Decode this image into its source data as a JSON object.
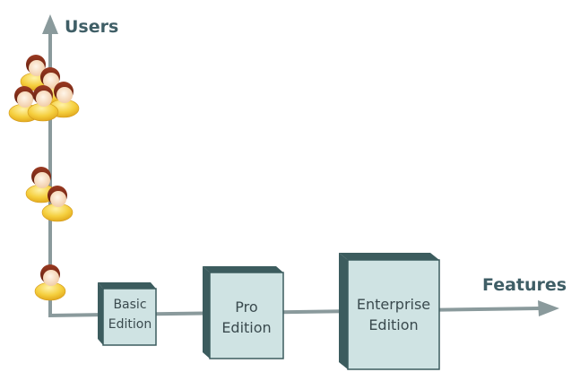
{
  "axes": {
    "y_label": "Users",
    "x_label": "Features"
  },
  "editions": [
    {
      "line1": "Basic",
      "line2": "Edition"
    },
    {
      "line1": "Pro",
      "line2": "Edition"
    },
    {
      "line1": "Enterprise",
      "line2": "Edition"
    }
  ],
  "user_groups": [
    {
      "count": 5
    },
    {
      "count": 2
    },
    {
      "count": 1
    }
  ],
  "colors": {
    "axis": "#8a9a9c",
    "box_front": "#cfe3e3",
    "box_side": "#3c5c5e",
    "label": "#3f5e66"
  }
}
